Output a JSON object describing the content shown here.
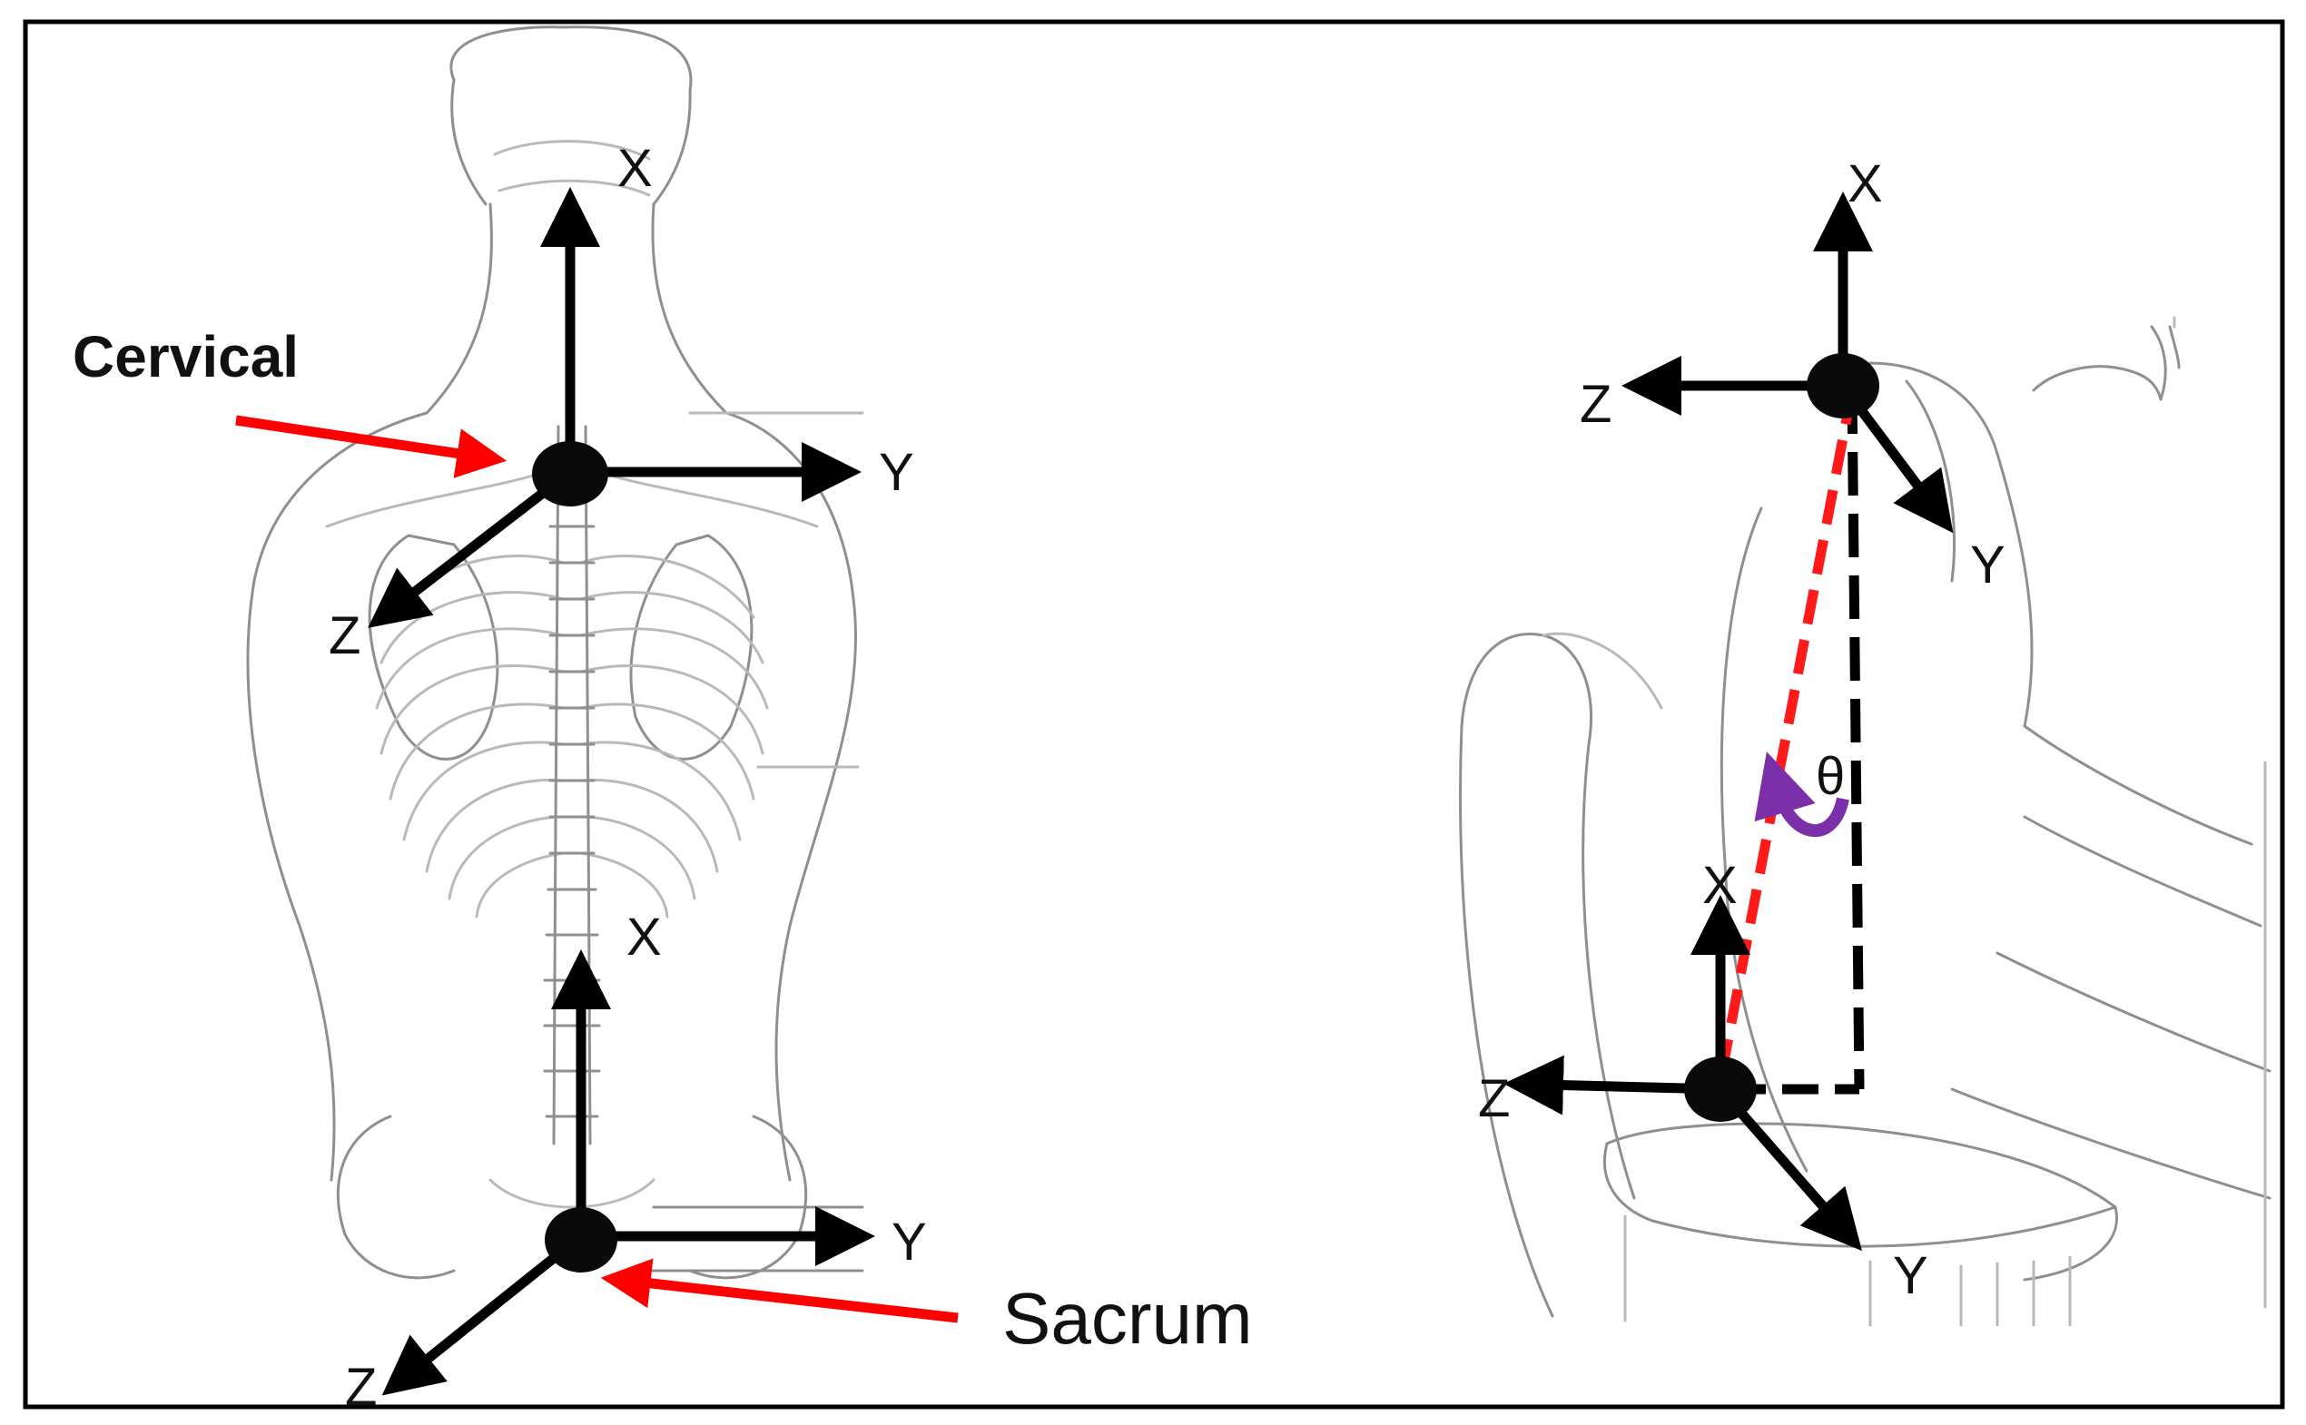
{
  "colors": {
    "axis": "#000000",
    "pointer_arrow": "#ff0000",
    "red_dashed_line": "#ff1a1a",
    "black_dashed_line": "#000000",
    "angle_marker": "#7b2fa8",
    "sensor_dot": "#0a0a0a",
    "sketch": "#8f8f8f",
    "frame": "#000000"
  },
  "left_panel": {
    "cervical_label": "Cervical",
    "sacrum_label": "Sacrum",
    "cervical_axes": {
      "x": "X",
      "y": "Y",
      "z": "Z"
    },
    "sacrum_axes": {
      "x": "X",
      "y": "Y",
      "z": "Z"
    }
  },
  "right_panel": {
    "upper_axes": {
      "x": "X",
      "y": "Y",
      "z": "Z"
    },
    "lower_axes": {
      "x": "X",
      "y": "Y",
      "z": "Z"
    },
    "angle_symbol": "θ"
  }
}
